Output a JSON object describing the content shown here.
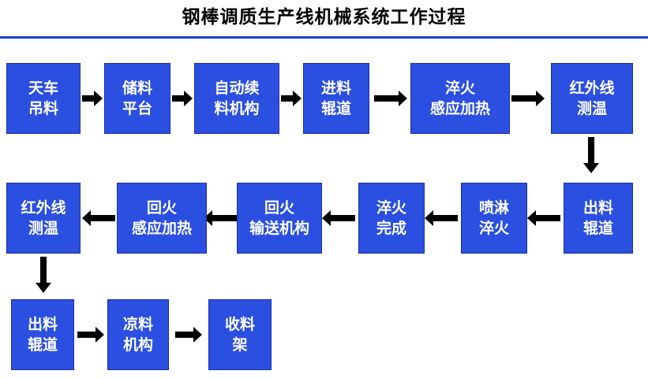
{
  "title": "钢棒调质生产线机械系统工作过程",
  "colors": {
    "node_fill": "#2b4fe0",
    "node_text": "#ffffff",
    "rule": "#1a3fd6",
    "arrow": "#000000",
    "background": "#ffffff"
  },
  "diagram": {
    "type": "process-flow",
    "nodes": [
      {
        "id": "n1",
        "lines": [
          "天车",
          "吊料"
        ]
      },
      {
        "id": "n2",
        "lines": [
          "储料",
          "平台"
        ]
      },
      {
        "id": "n3",
        "lines": [
          "自动续",
          "料机构"
        ]
      },
      {
        "id": "n4",
        "lines": [
          "进料",
          "辊道"
        ]
      },
      {
        "id": "n5",
        "lines": [
          "淬火",
          "感应加热"
        ]
      },
      {
        "id": "n6",
        "lines": [
          "红外线",
          "测温"
        ]
      },
      {
        "id": "n7",
        "lines": [
          "出料",
          "辊道"
        ]
      },
      {
        "id": "n8",
        "lines": [
          "喷淋",
          "淬火"
        ]
      },
      {
        "id": "n9",
        "lines": [
          "淬火",
          "完成"
        ]
      },
      {
        "id": "n10",
        "lines": [
          "回火",
          "输送机构"
        ]
      },
      {
        "id": "n11",
        "lines": [
          "回火",
          "感应加热"
        ]
      },
      {
        "id": "n12",
        "lines": [
          "红外线",
          "测温"
        ]
      },
      {
        "id": "n13",
        "lines": [
          "出料",
          "辊道"
        ]
      },
      {
        "id": "n14",
        "lines": [
          "凉料",
          "机构"
        ]
      },
      {
        "id": "n15",
        "lines": [
          "收料",
          "架"
        ]
      }
    ],
    "edges": [
      {
        "from": "n1",
        "to": "n2",
        "direction": "right"
      },
      {
        "from": "n2",
        "to": "n3",
        "direction": "right"
      },
      {
        "from": "n3",
        "to": "n4",
        "direction": "right"
      },
      {
        "from": "n4",
        "to": "n5",
        "direction": "right"
      },
      {
        "from": "n5",
        "to": "n6",
        "direction": "right"
      },
      {
        "from": "n6",
        "to": "n7",
        "direction": "down"
      },
      {
        "from": "n7",
        "to": "n8",
        "direction": "left"
      },
      {
        "from": "n8",
        "to": "n9",
        "direction": "left"
      },
      {
        "from": "n9",
        "to": "n10",
        "direction": "left"
      },
      {
        "from": "n10",
        "to": "n11",
        "direction": "left"
      },
      {
        "from": "n11",
        "to": "n12",
        "direction": "left"
      },
      {
        "from": "n12",
        "to": "n13",
        "direction": "down"
      },
      {
        "from": "n13",
        "to": "n14",
        "direction": "right"
      },
      {
        "from": "n14",
        "to": "n15",
        "direction": "right"
      }
    ]
  }
}
